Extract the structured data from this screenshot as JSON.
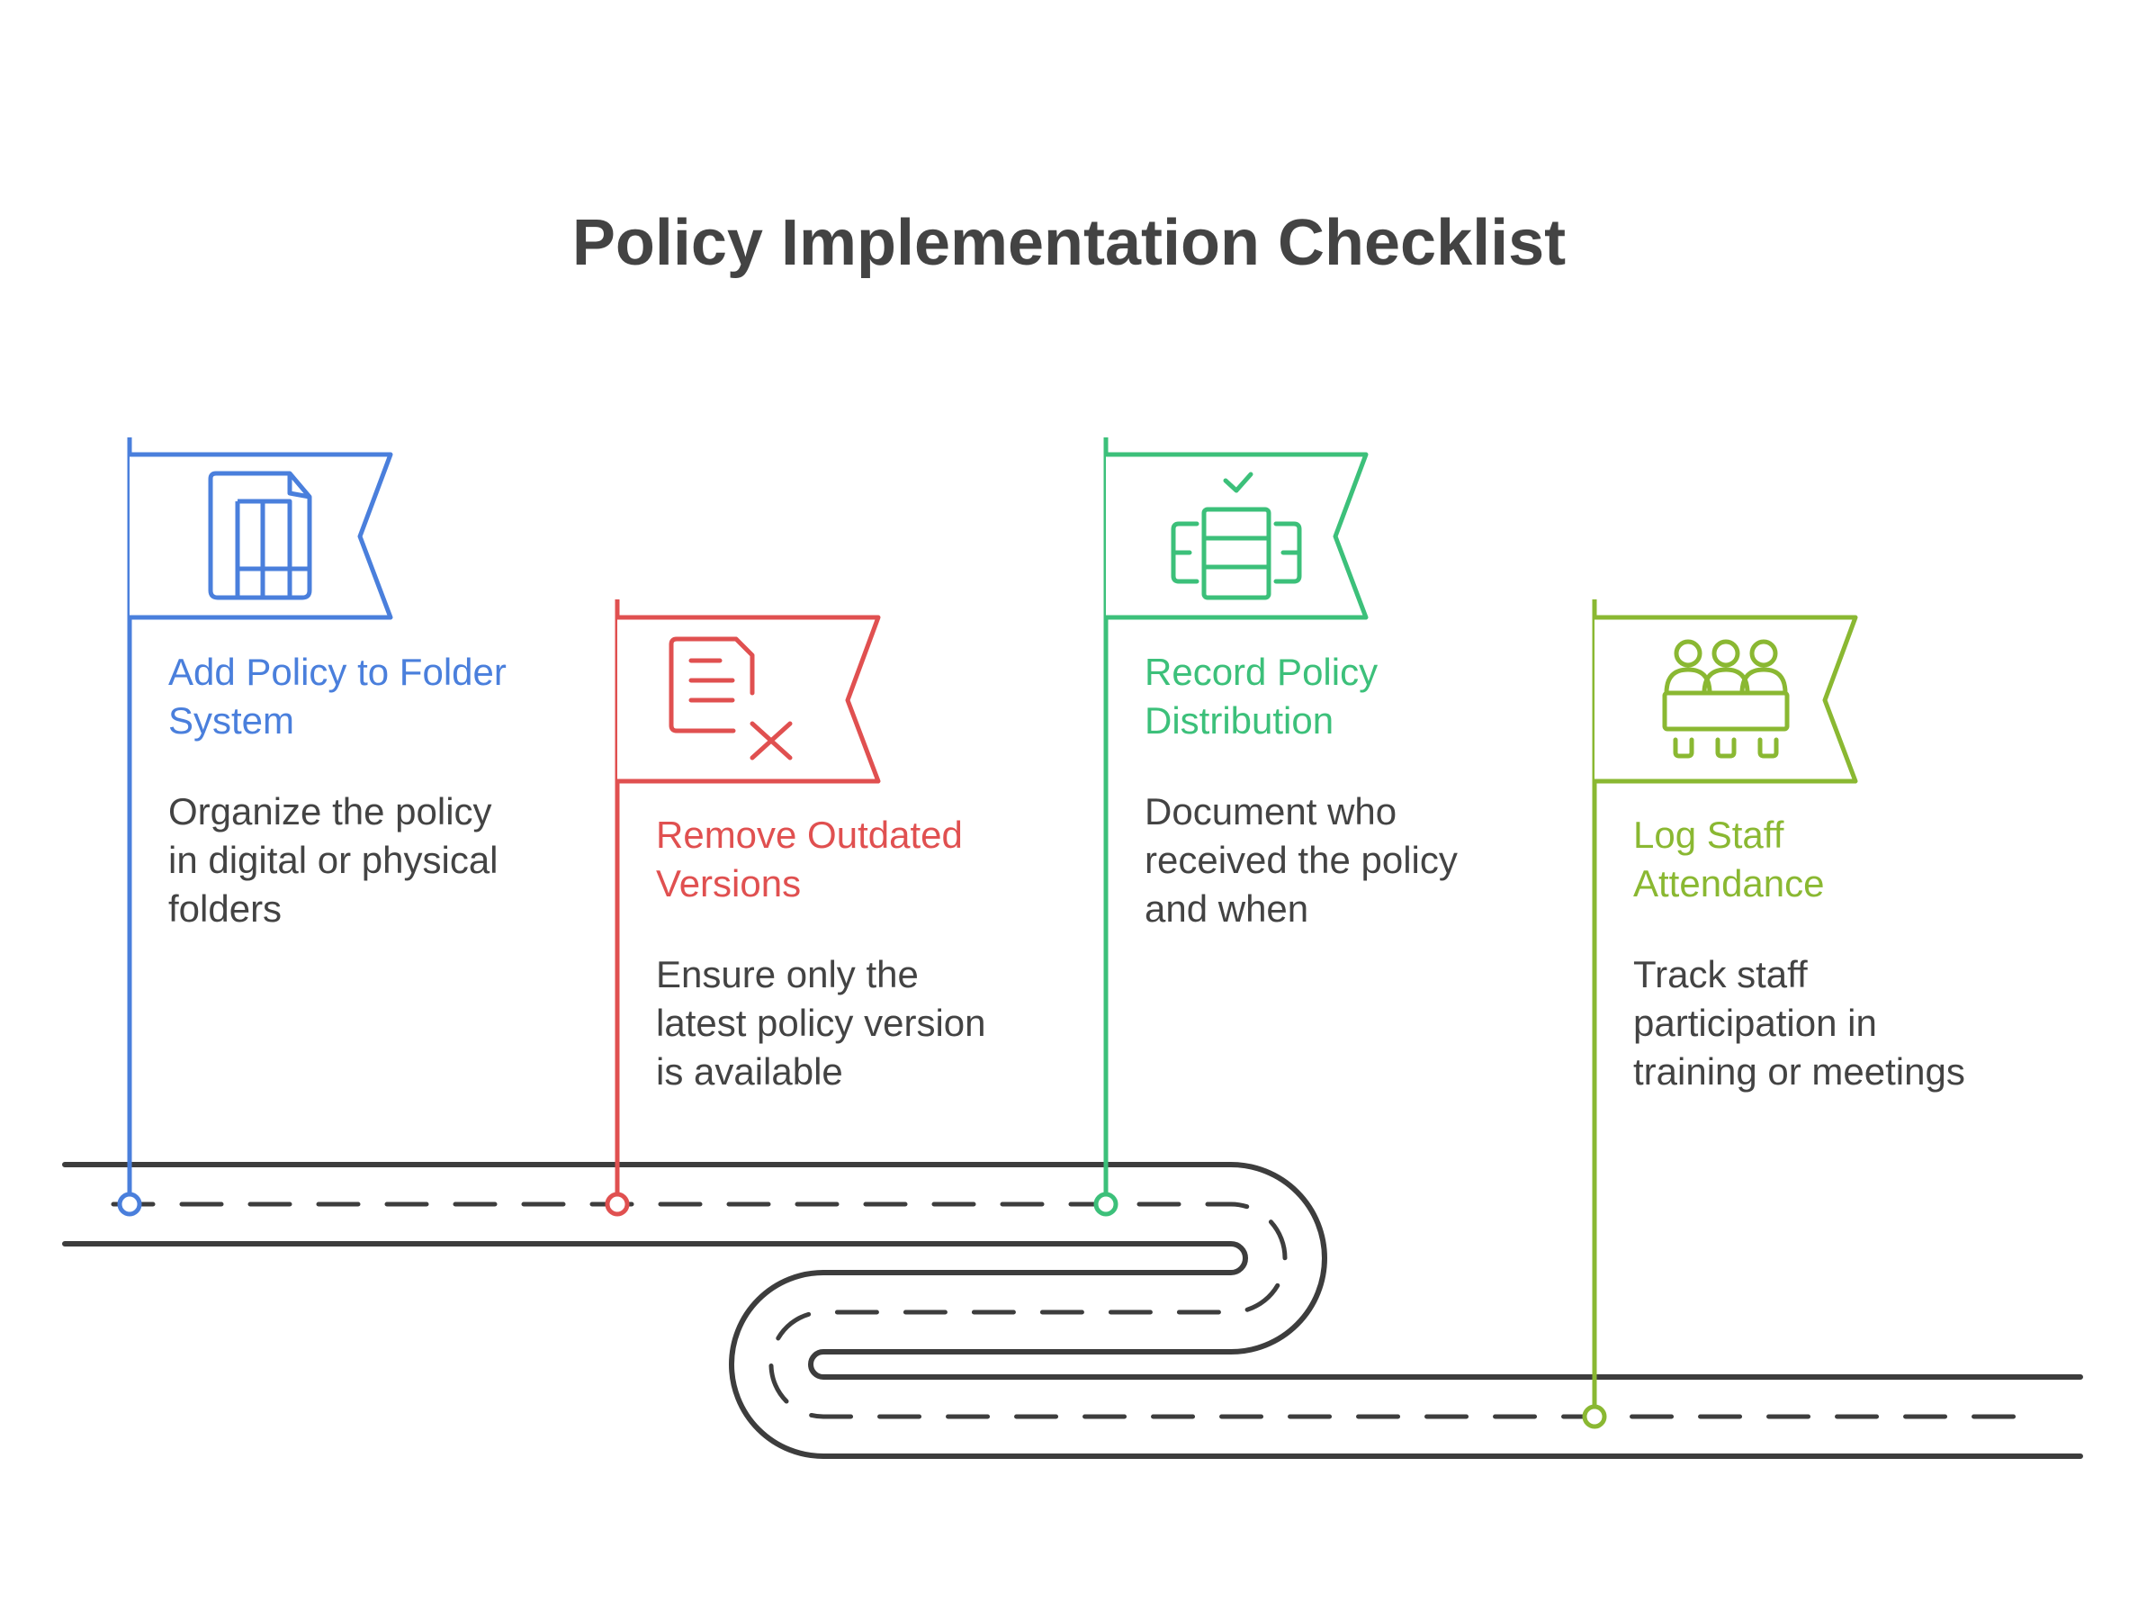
{
  "title": "Policy Implementation Checklist",
  "colors": {
    "text": "#434343",
    "road": "#3d3d3d",
    "blue": "#4a7fdc",
    "red": "#e05050",
    "green": "#3cc07a",
    "lime": "#8ab832"
  },
  "steps": [
    {
      "title_lines": [
        "Add Policy to Folder",
        "System"
      ],
      "desc_lines": [
        "Organize the policy",
        "in digital or physical",
        "folders"
      ],
      "color": "#4a7fdc",
      "icon": "folder-document-icon"
    },
    {
      "title_lines": [
        "Remove Outdated",
        "Versions"
      ],
      "desc_lines": [
        "Ensure only the",
        "latest policy version",
        "is available"
      ],
      "color": "#e05050",
      "icon": "document-remove-icon"
    },
    {
      "title_lines": [
        "Record Policy",
        "Distribution"
      ],
      "desc_lines": [
        "Document who",
        "received the policy",
        "and when"
      ],
      "color": "#3cc07a",
      "icon": "server-check-icon"
    },
    {
      "title_lines": [
        "Log Staff",
        "Attendance"
      ],
      "desc_lines": [
        "Track staff",
        "participation in",
        "training or meetings"
      ],
      "color": "#8ab832",
      "icon": "meeting-attendance-icon"
    }
  ]
}
